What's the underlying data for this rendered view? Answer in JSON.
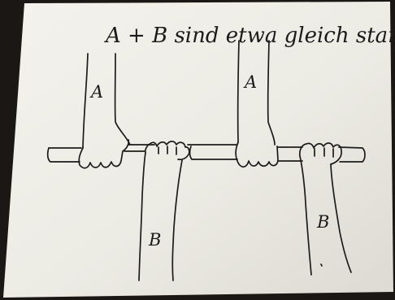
{
  "photo": {
    "caption": "A + B sind etwa gleich stark",
    "labels": {
      "upper_left_arm": "A",
      "upper_right_arm": "A",
      "lower_left_arm": "B",
      "lower_right_arm": "B"
    }
  }
}
